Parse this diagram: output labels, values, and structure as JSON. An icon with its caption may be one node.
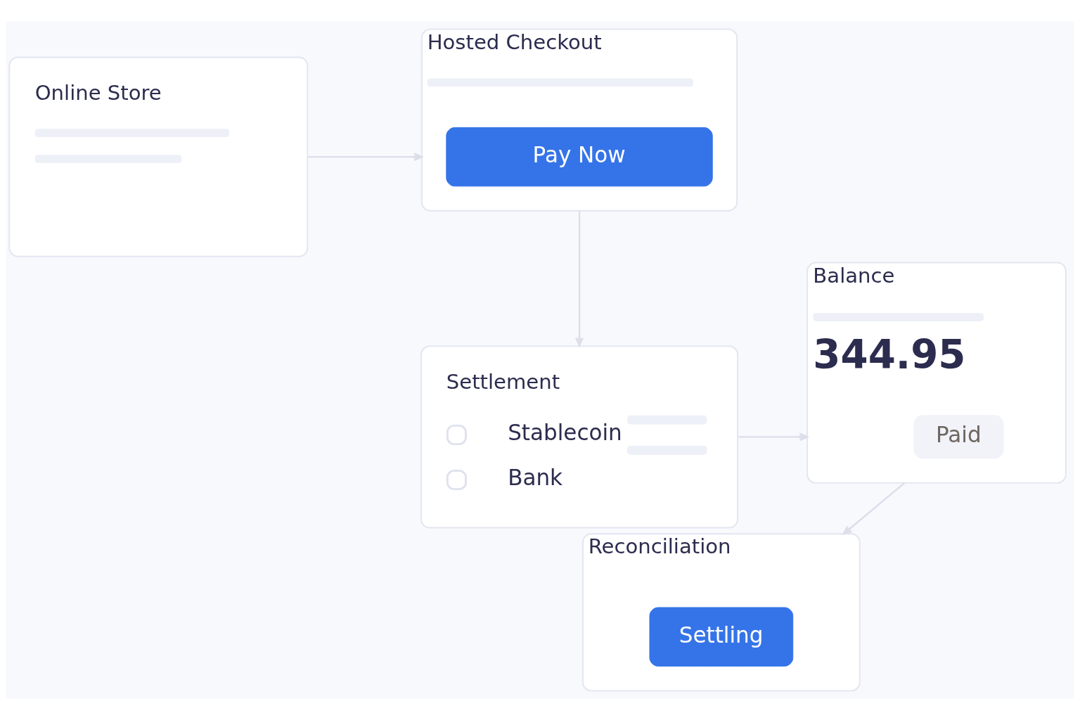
{
  "diagram": {
    "nodes": [
      {
        "text": [
          "Online Store"
        ]
      },
      {
        "text": [
          "Hosted Checkout"
        ]
      },
      {
        "text": [
          "Pay Now"
        ],
        "in": 1
      },
      {
        "text": [
          "Balance",
          "344.95"
        ]
      },
      {
        "text": [
          "Paid"
        ],
        "in": 3
      },
      {
        "text": [
          "Settlement",
          "Stablecoin",
          "Bank"
        ]
      },
      {
        "text": [
          "Reconciliation"
        ]
      },
      {
        "text": [
          "Settling"
        ],
        "in": 6
      }
    ],
    "edges": [
      {
        "from": 0,
        "to": 1,
        "arrow": "to"
      },
      {
        "from": 1,
        "to": 5,
        "arrow": "to"
      },
      {
        "from": 5,
        "to": 3,
        "arrow": "to"
      },
      {
        "from": 3,
        "to": 6,
        "arrow": "to"
      }
    ]
  }
}
